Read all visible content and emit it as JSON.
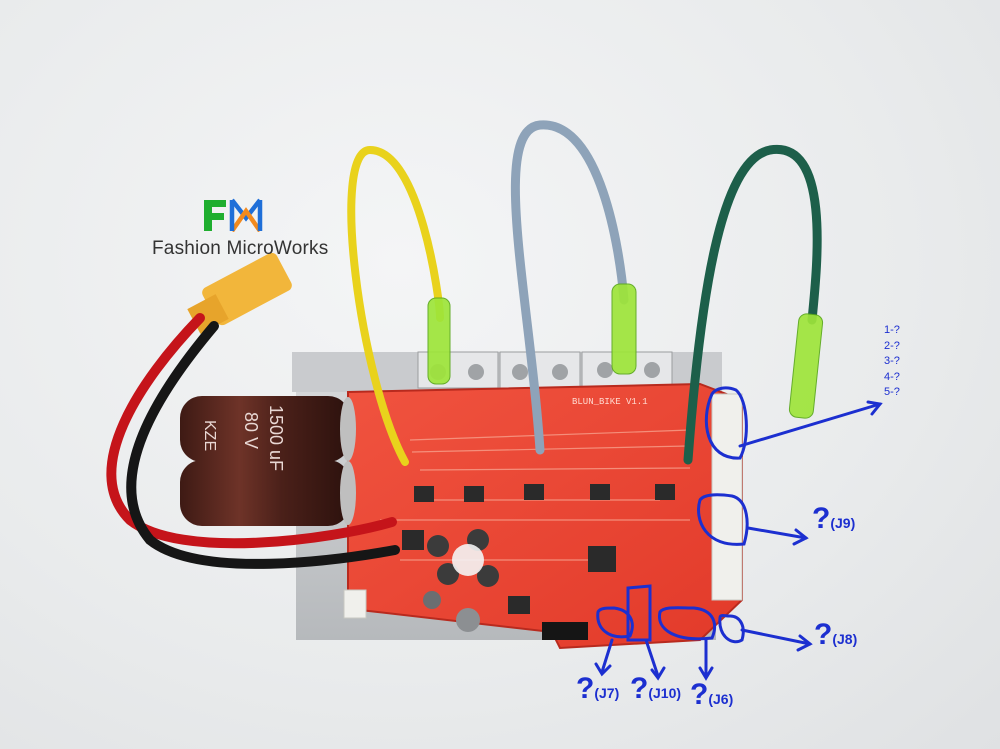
{
  "logo": {
    "letters": "FM",
    "name": "Fashion MicroWorks",
    "colors": {
      "green": "#1fae2f",
      "blue": "#1f6fd8",
      "orange": "#f28a1e"
    }
  },
  "board": {
    "silkscreen": "BLUN_BIKE V1.1",
    "capacitor_text": [
      "KZE",
      "80 V",
      "1500 uF"
    ]
  },
  "annotations": {
    "pins": [
      "1-?",
      "2-?",
      "3-?",
      "4-?",
      "5-?"
    ],
    "labels": [
      {
        "id": "J9",
        "q": "?",
        "code": "(J9)"
      },
      {
        "id": "J8",
        "q": "?",
        "code": "(J8)"
      },
      {
        "id": "J7",
        "q": "?",
        "code": "(J7)"
      },
      {
        "id": "J10",
        "q": "?",
        "code": "(J10)"
      },
      {
        "id": "J6",
        "q": "?",
        "code": "(J6)"
      }
    ],
    "color": "#1c2fd0"
  },
  "wires": {
    "yellow": "#e9d21c",
    "gray": "#8ea3b9",
    "green": "#1d5f4a",
    "red": "#c5141a",
    "black": "#161616"
  }
}
